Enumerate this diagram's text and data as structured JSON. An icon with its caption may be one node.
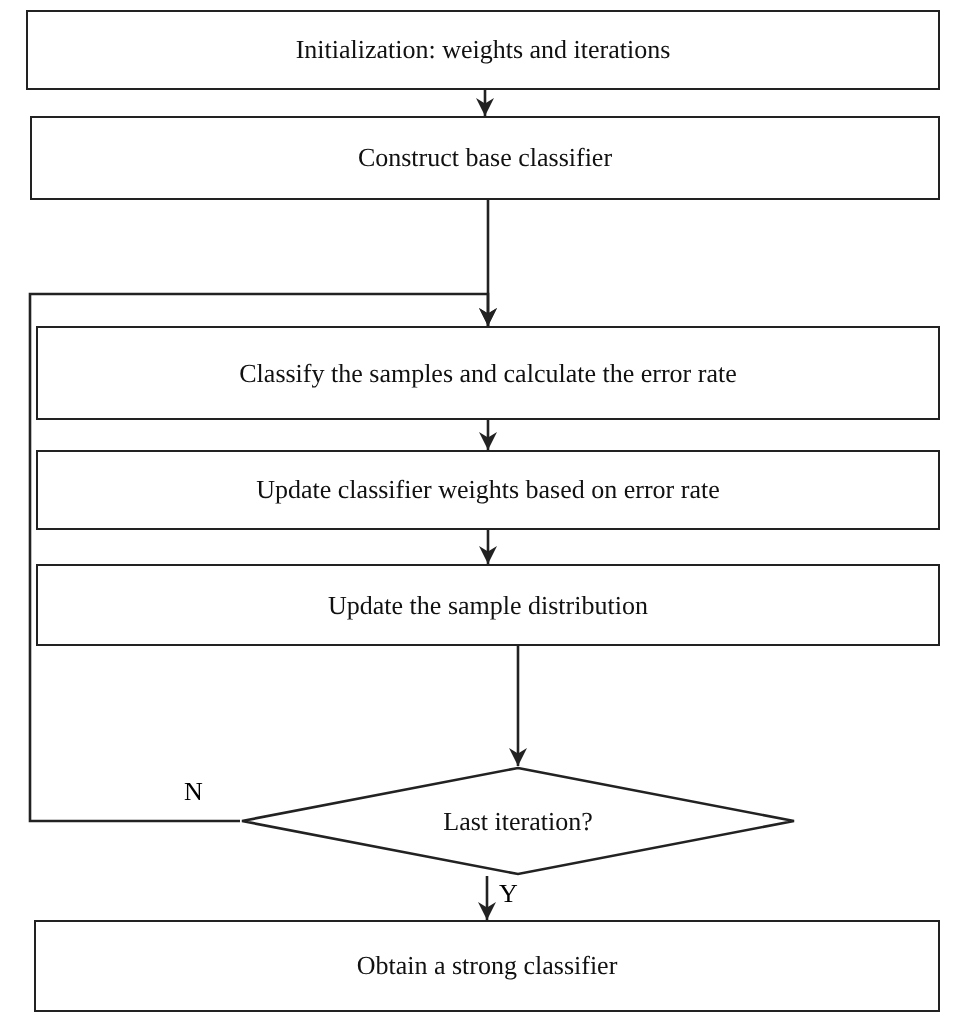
{
  "diagram": {
    "nodes": [
      {
        "text": [
          "Initialization: weights and iterations"
        ]
      },
      {
        "text": [
          "Construct base classifier"
        ]
      },
      {
        "text": [
          "Classify the samples and calculate the error rate"
        ]
      },
      {
        "text": [
          "Update classifier weights based on error rate"
        ]
      },
      {
        "text": [
          "Update the sample distribution"
        ]
      },
      {
        "text": [
          "Last iteration?"
        ]
      },
      {
        "text": [
          "Obtain a strong classifier"
        ]
      }
    ],
    "edges": [
      {
        "from": 0,
        "to": 1,
        "arrow": "to"
      },
      {
        "from": 1,
        "to": 2,
        "arrow": "to"
      },
      {
        "from": 2,
        "to": 3,
        "arrow": "to"
      },
      {
        "from": 3,
        "to": 4,
        "arrow": "to"
      },
      {
        "from": 4,
        "to": 5,
        "arrow": "to"
      },
      {
        "from": 5,
        "to": 2,
        "arrow": "to",
        "label": "N"
      },
      {
        "from": 5,
        "to": 6,
        "arrow": "to",
        "label": "Y"
      }
    ]
  }
}
